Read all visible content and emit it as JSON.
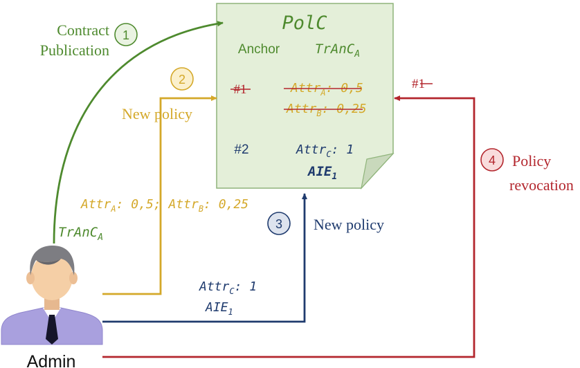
{
  "colors": {
    "green": "#4e8a2e",
    "gold": "#d4a829",
    "blue": "#1f3b6e",
    "red": "#b3262d",
    "doc_fill": "#e4efd9",
    "doc_stroke": "#8fb47a",
    "gold_circle_fill": "#fbf0cc",
    "red_circle_fill": "#f9dcdc",
    "blue_circle_fill": "#dde3ee",
    "green_circle_fill": "#eaf3e2"
  },
  "document": {
    "title": "PolC",
    "col_anchor": "Anchor",
    "col_tranca": "TrAnC",
    "col_tranca_sub": "A",
    "row1_anchor": "#1",
    "row1_attr_a": "Attr",
    "row1_attr_a_sub": "A",
    "row1_attr_a_val": ": 0,5",
    "row1_attr_b": "Attr",
    "row1_attr_b_sub": "B",
    "row1_attr_b_val": ": 0,25",
    "row2_anchor": "#2",
    "row2_attr_c": "Attr",
    "row2_attr_c_sub": "C",
    "row2_attr_c_val": ": 1",
    "row2_aie": "AIE",
    "row2_aie_sub": "1"
  },
  "steps": {
    "step1_number": "1",
    "step1_label_line1": "Contract",
    "step1_label_line2": "Publication",
    "step1_tranca": "TrAnC",
    "step1_tranca_sub": "A",
    "step2_number": "2",
    "step2_label": "New policy",
    "step2_attr_a": "Attr",
    "step2_attr_a_sub": "A",
    "step2_attr_a_val": ": 0,5; ",
    "step2_attr_b": "Attr",
    "step2_attr_b_sub": "B",
    "step2_attr_b_val": ": 0,25",
    "step3_number": "3",
    "step3_label": "New policy",
    "step3_attr_c": "Attr",
    "step3_attr_c_sub": "C",
    "step3_attr_c_val": ": 1",
    "step3_aie": "AIE",
    "step3_aie_sub": "1",
    "step4_number": "4",
    "step4_label_line1": "Policy",
    "step4_label_line2": "revocation",
    "step4_anchor": "#1"
  },
  "actor": {
    "label": "Admin",
    "icon": "admin-user-icon"
  }
}
